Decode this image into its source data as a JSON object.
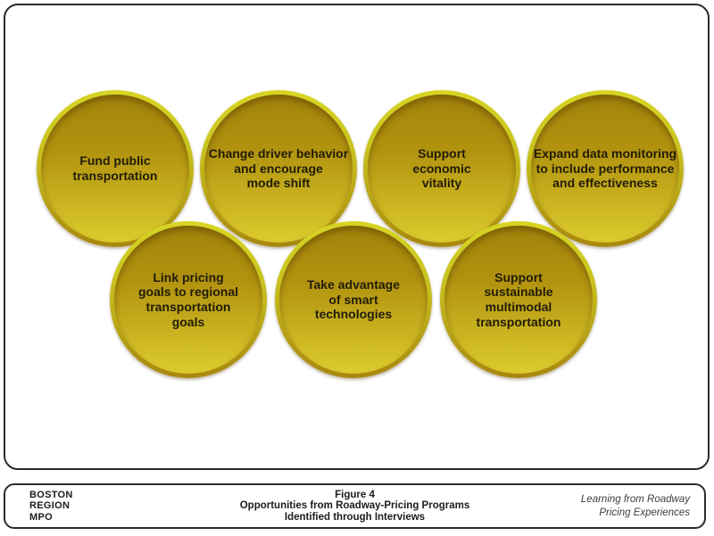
{
  "figure": {
    "colors": {
      "ring_top": "#d8d524",
      "ring_bottom": "#a8870e",
      "fill_top": "#a1830c",
      "fill_bottom": "#dccc2e",
      "text": "#211c08"
    },
    "circles": [
      {
        "text": "Fund public\ntransportation"
      },
      {
        "text": "Change driver behavior\nand encourage\nmode shift"
      },
      {
        "text": "Support\neconomic\nvitality"
      },
      {
        "text": "Expand data monitoring\nto include performance\nand effectiveness"
      },
      {
        "text": "Link pricing\ngoals to regional\ntransportation\ngoals"
      },
      {
        "text": "Take advantage\nof smart\ntechnologies"
      },
      {
        "text": "Support\nsustainable\nmultimodal\ntransportation"
      }
    ]
  },
  "footer": {
    "logo": "BOSTON\nREGION\nMPO",
    "title": "Figure 4\nOpportunities from Roadway-Pricing Programs\nIdentified through Interviews",
    "tagline": "Learning from Roadway\nPricing Experiences"
  }
}
